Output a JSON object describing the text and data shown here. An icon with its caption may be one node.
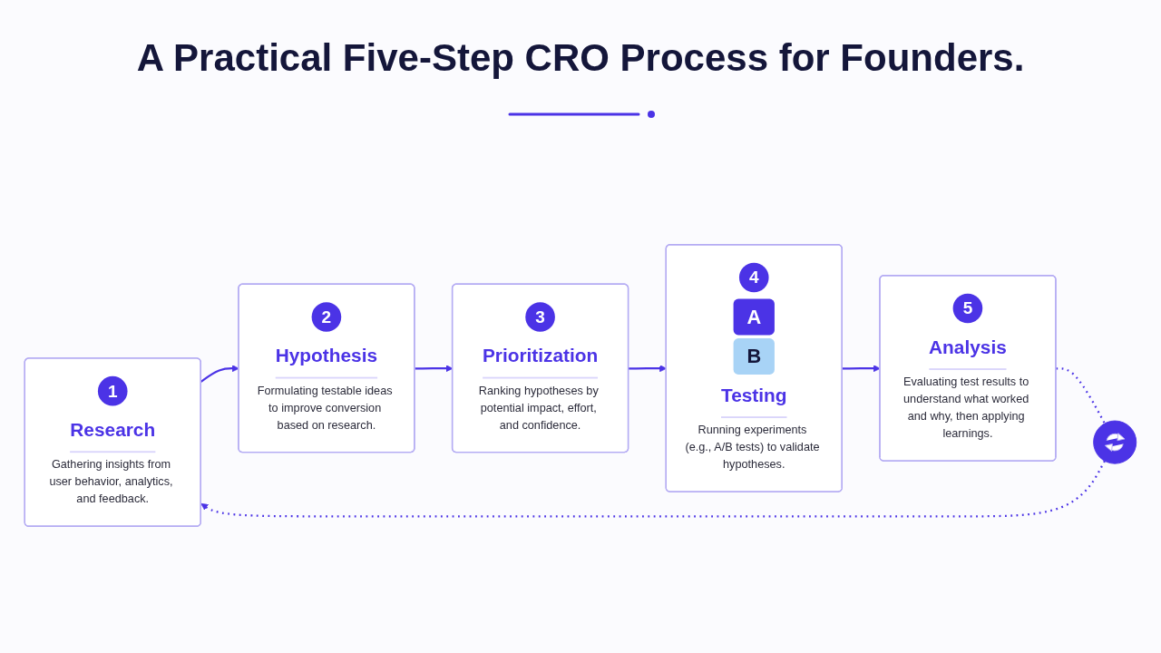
{
  "diagram": {
    "title": "A Practical Five-Step CRO Process for Founders.",
    "nodes": [
      {
        "text": [
          "1",
          "Research",
          "Gathering insights from user behavior, analytics, and feedback."
        ]
      },
      {
        "text": [
          "2",
          "Hypothesis",
          "Formulating testable ideas to improve conversion based on research."
        ]
      },
      {
        "text": [
          "3",
          "Prioritization",
          "Ranking hypotheses by potential impact, effort, and confidence."
        ]
      },
      {
        "text": [
          "4",
          "A",
          "B",
          "Testing",
          "Running experiments (e.g., A/B tests) to validate hypotheses."
        ]
      },
      {
        "text": [
          "5",
          "Analysis",
          "Evaluating test results to understand what worked and why, then applying learnings."
        ]
      },
      {
        "text": [],
        "shape": "circle"
      }
    ],
    "edges": [
      {
        "from": 0,
        "to": 1,
        "arrow": "to"
      },
      {
        "from": 1,
        "to": 2,
        "arrow": "to"
      },
      {
        "from": 2,
        "to": 3,
        "arrow": "to"
      },
      {
        "from": 3,
        "to": 4,
        "arrow": "to"
      },
      {
        "from": 4,
        "to": 5,
        "arrow": "none",
        "style": "dashed"
      },
      {
        "from": 5,
        "to": 0,
        "arrow": "to",
        "style": "dashed"
      }
    ]
  }
}
